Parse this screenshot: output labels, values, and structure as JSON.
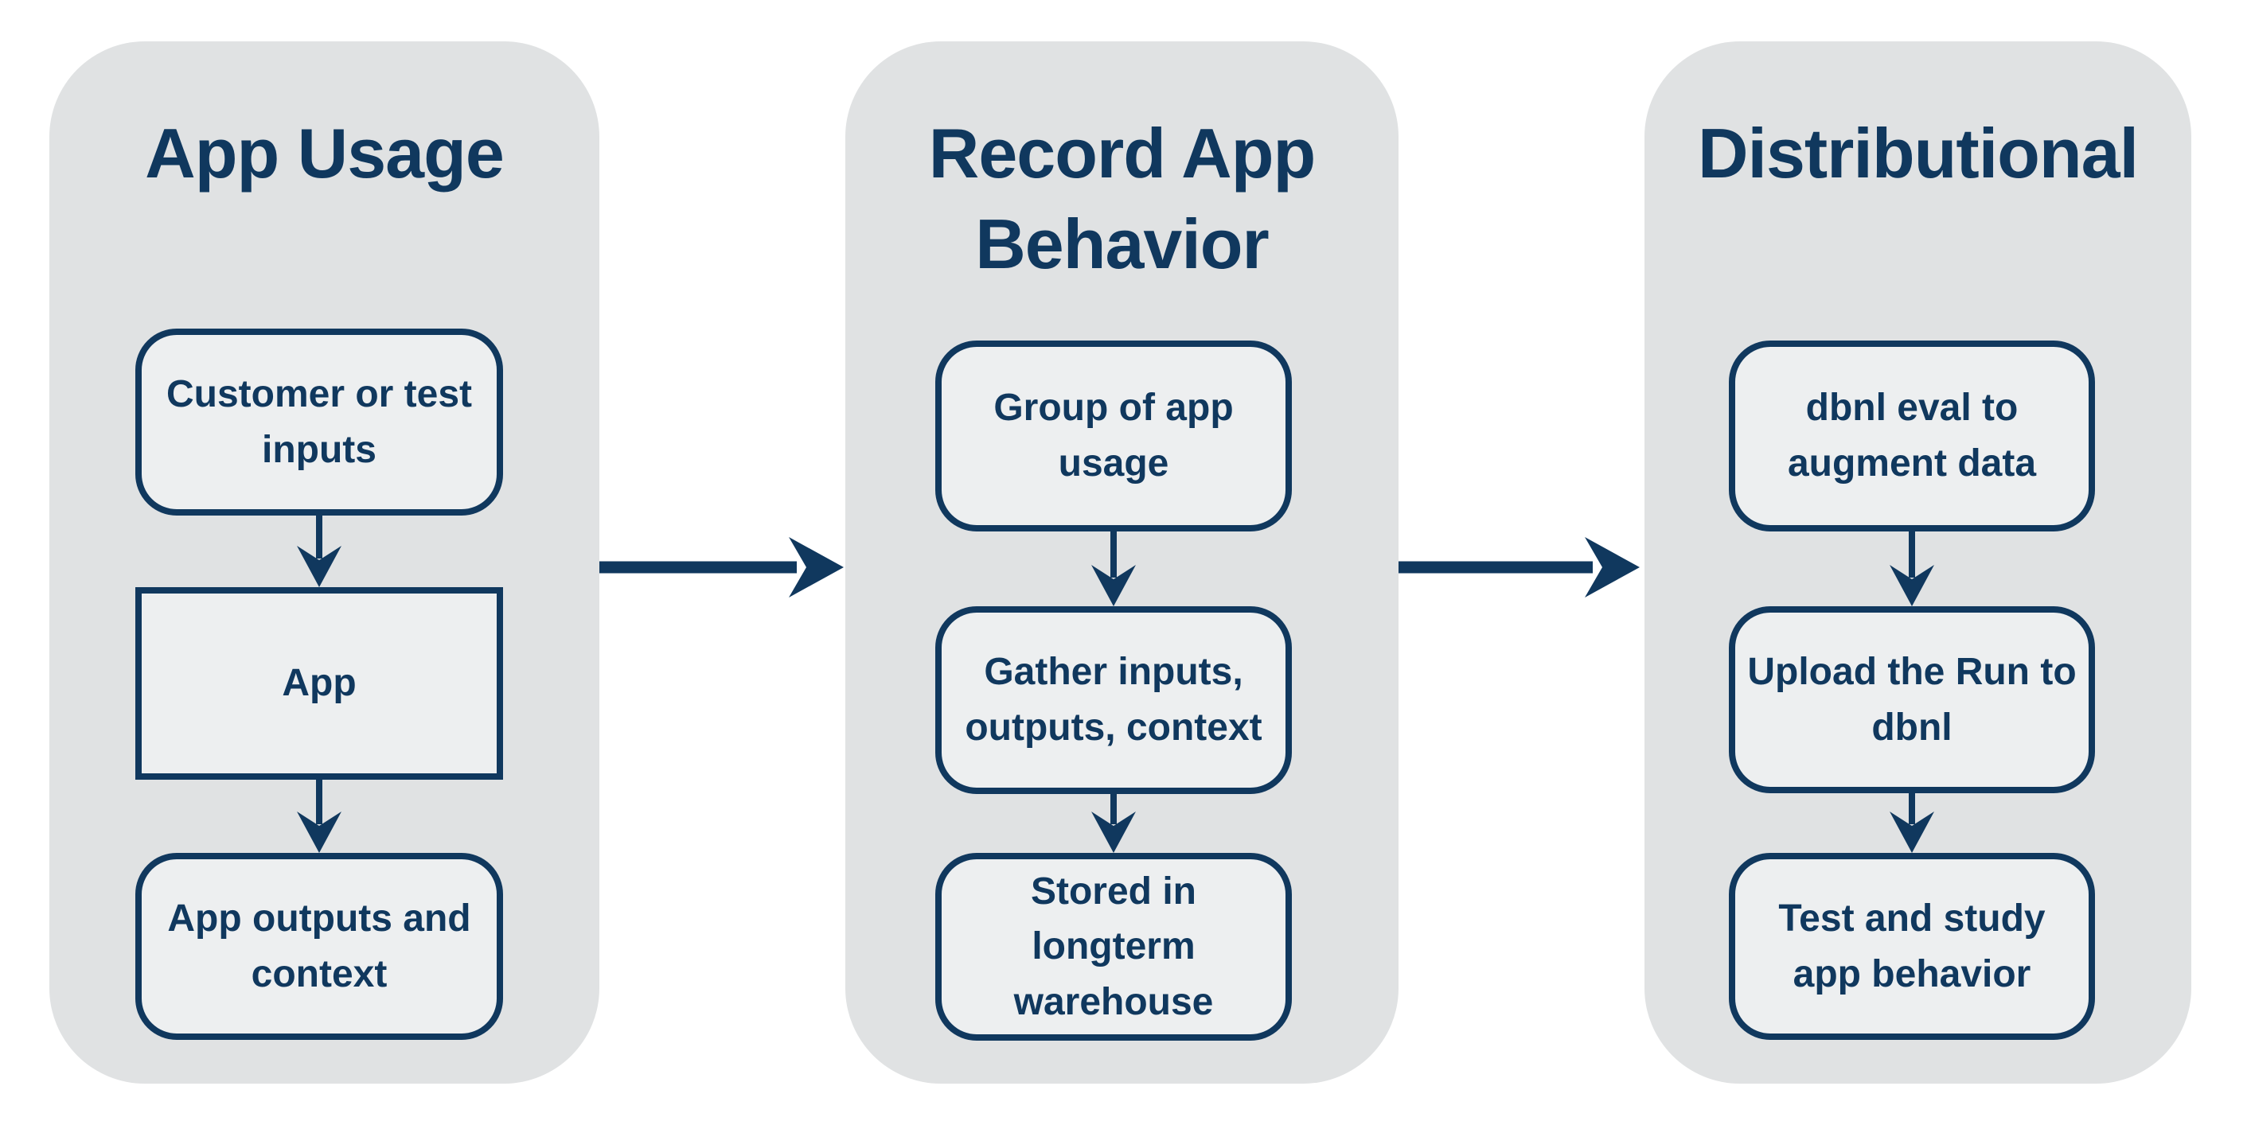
{
  "colors": {
    "navy": "#10385E",
    "panel": "#E0E2E3",
    "node_fill": "#EDEFF0",
    "white": "#FFFFFF"
  },
  "diagram": {
    "stages": [
      {
        "title": "App Usage",
        "nodes": [
          {
            "label": "Customer or test\ninputs"
          },
          {
            "label": "App"
          },
          {
            "label": "App outputs and\ncontext"
          }
        ]
      },
      {
        "title": "Record App\nBehavior",
        "nodes": [
          {
            "label": "Group of app\nusage"
          },
          {
            "label": "Gather inputs,\noutputs, context"
          },
          {
            "label": "Stored in\nlongterm\nwarehouse"
          }
        ]
      },
      {
        "title": "Distributional",
        "nodes": [
          {
            "label": "dbnl eval to\naugment data"
          },
          {
            "label": "Upload the Run to\ndbnl"
          },
          {
            "label": "Test and study\napp behavior"
          }
        ]
      }
    ]
  }
}
